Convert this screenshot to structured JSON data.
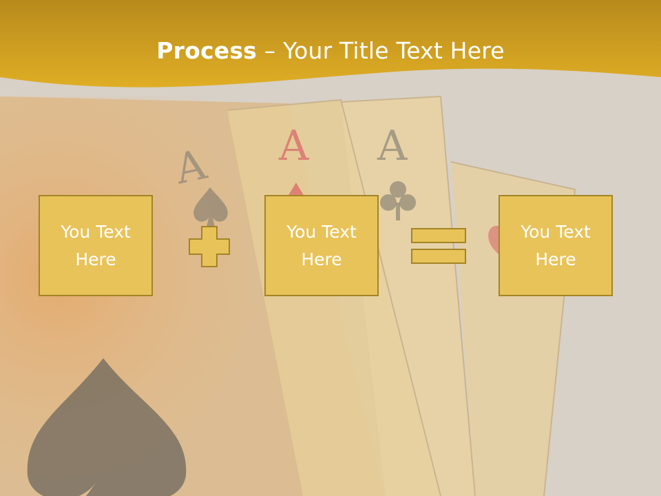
{
  "slide": {
    "title_bold": "Process",
    "title_rest": " – Your Title Text Here",
    "boxes": [
      "You Text Here",
      "You Text Here",
      "You Text Here"
    ]
  },
  "operators": [
    "plus-icon",
    "equals-icon"
  ],
  "colors": {
    "header": "#d3a21e",
    "box_fill": "#e8c359",
    "box_border": "#a38426",
    "text": "#ffffff",
    "background": "#d9d2c9"
  }
}
